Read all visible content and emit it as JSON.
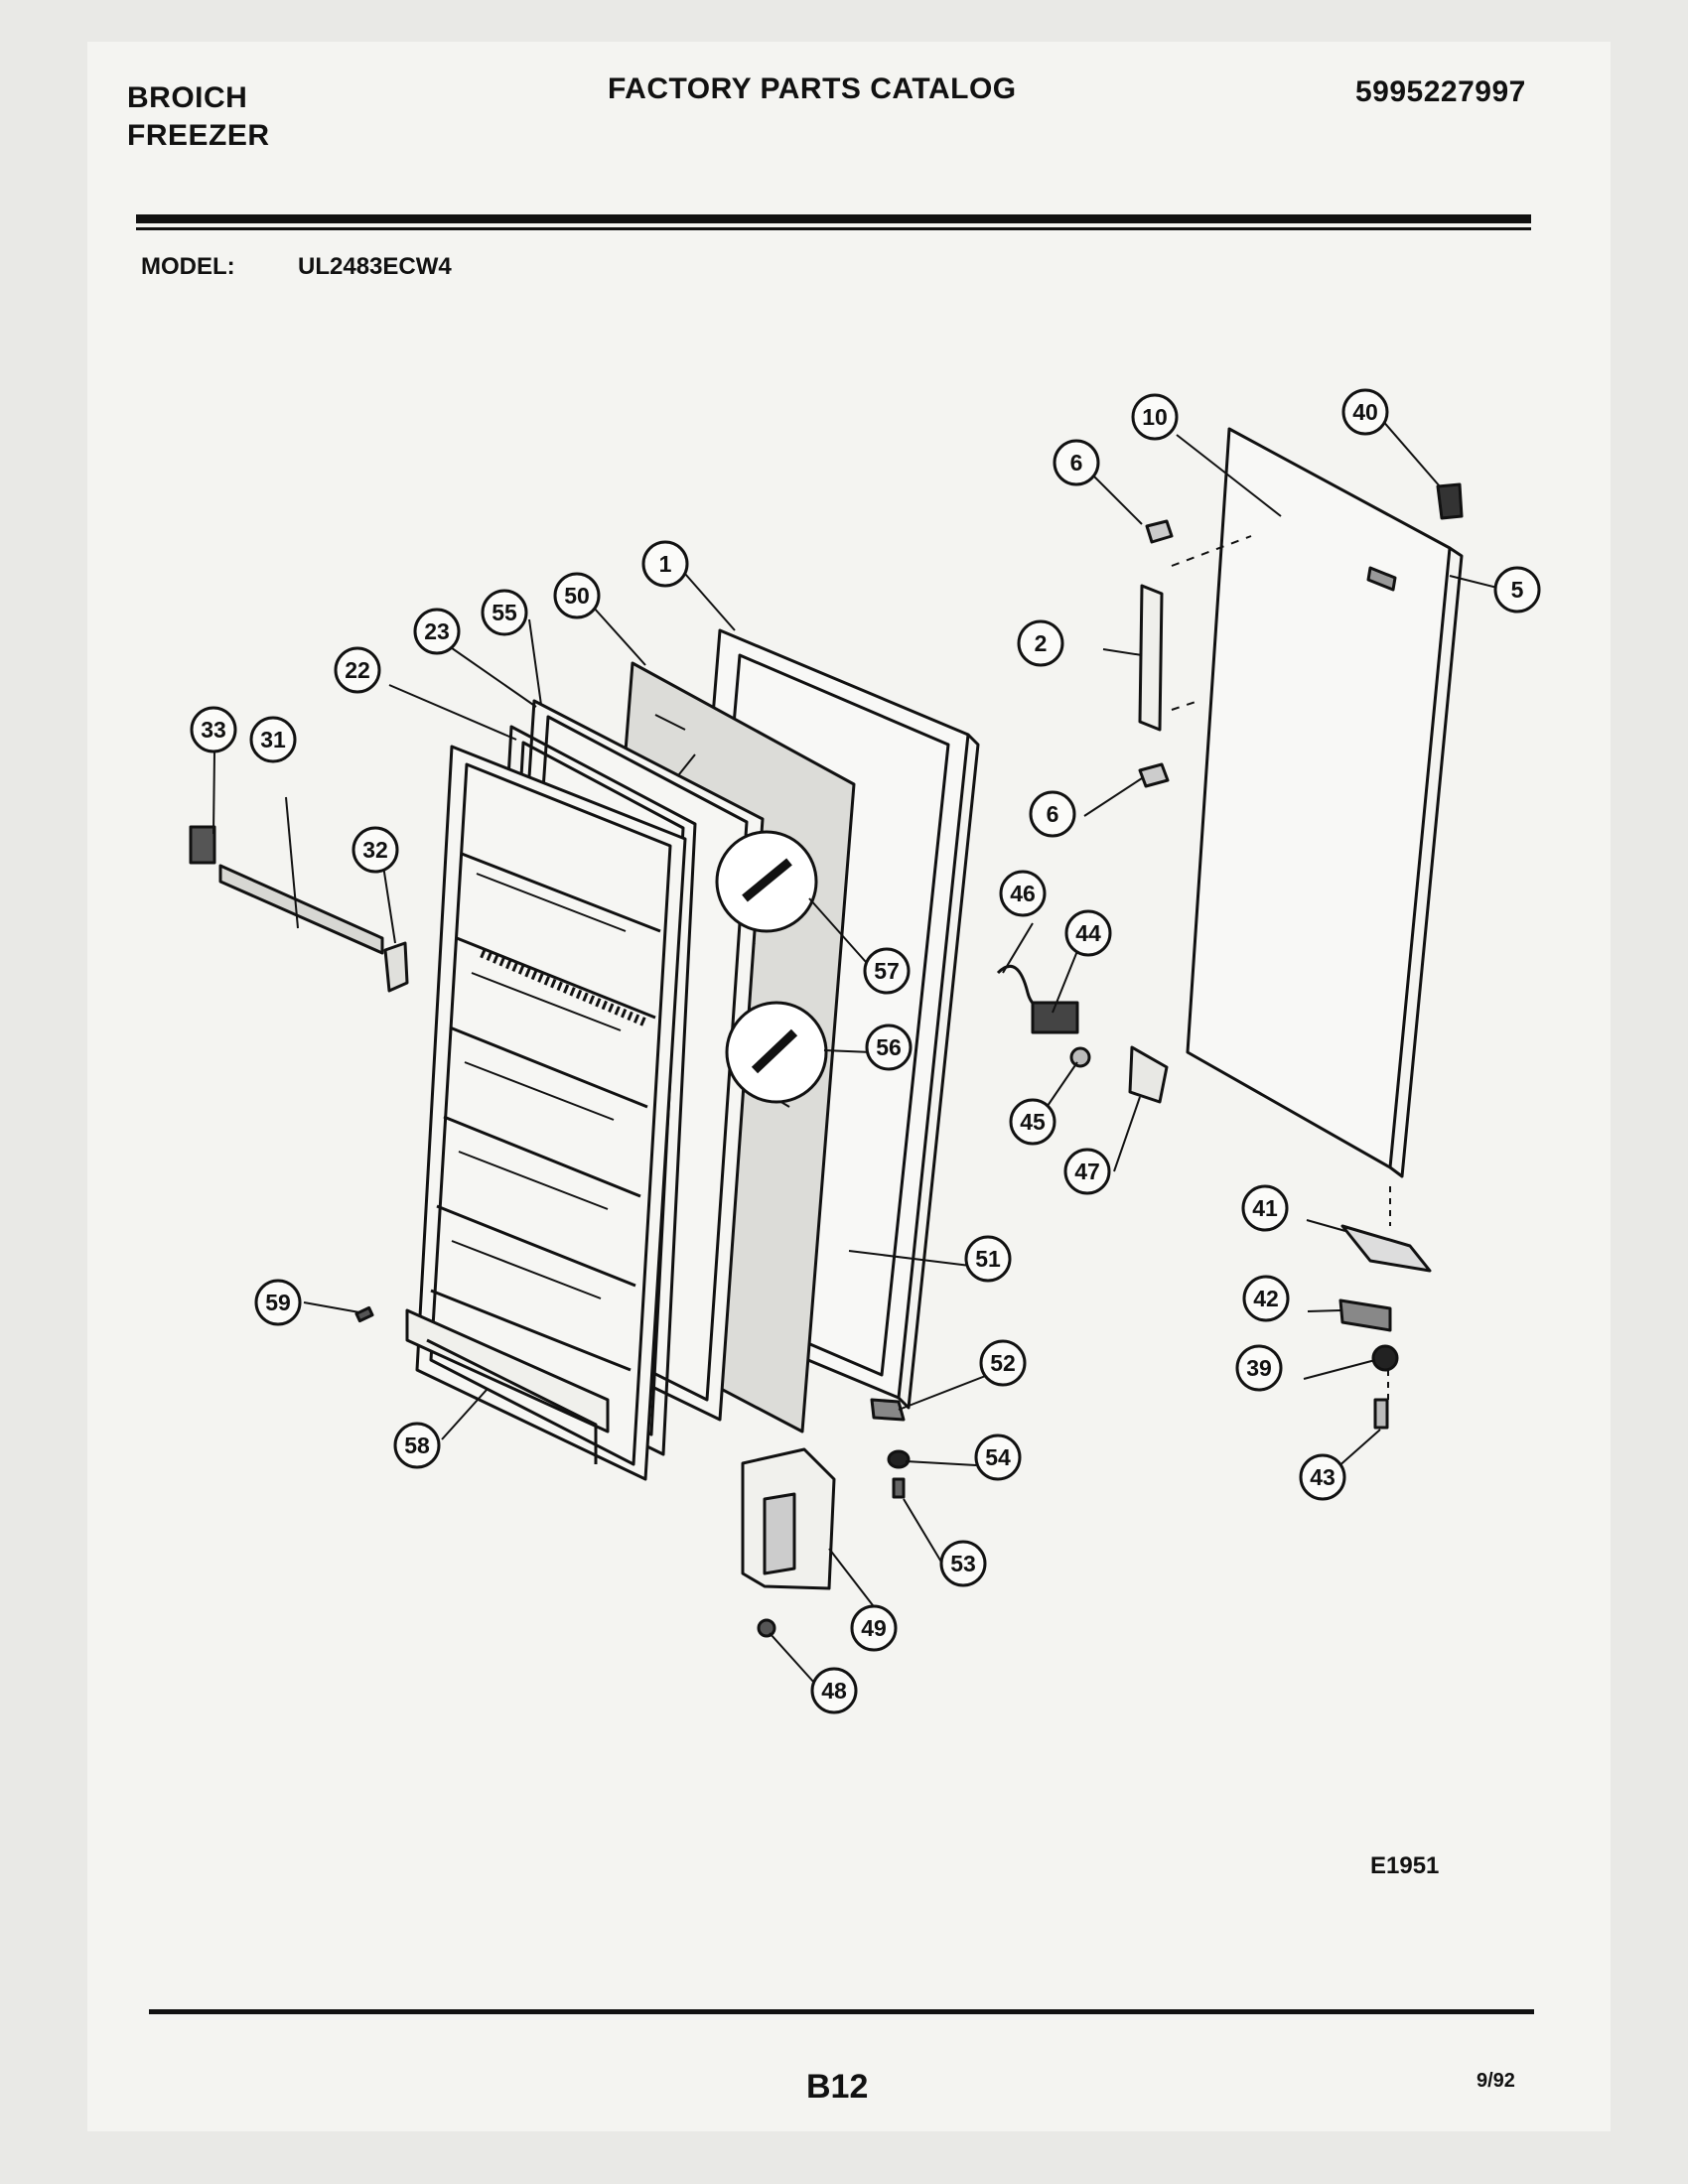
{
  "header": {
    "brand_line1": "BROICH",
    "brand_line2": "FREEZER",
    "catalog_title": "FACTORY PARTS CATALOG",
    "catalog_number": "5995227997"
  },
  "model": {
    "label": "MODEL:",
    "value": "UL2483ECW4"
  },
  "diagram": {
    "callouts": [
      "1",
      "2",
      "5",
      "6",
      "6",
      "10",
      "22",
      "23",
      "31",
      "32",
      "33",
      "39",
      "40",
      "41",
      "42",
      "43",
      "44",
      "45",
      "46",
      "47",
      "48",
      "49",
      "50",
      "51",
      "52",
      "53",
      "54",
      "55",
      "56",
      "57",
      "58",
      "59"
    ]
  },
  "footer": {
    "drawing_code": "E1951",
    "page": "B12",
    "date": "9/92"
  }
}
